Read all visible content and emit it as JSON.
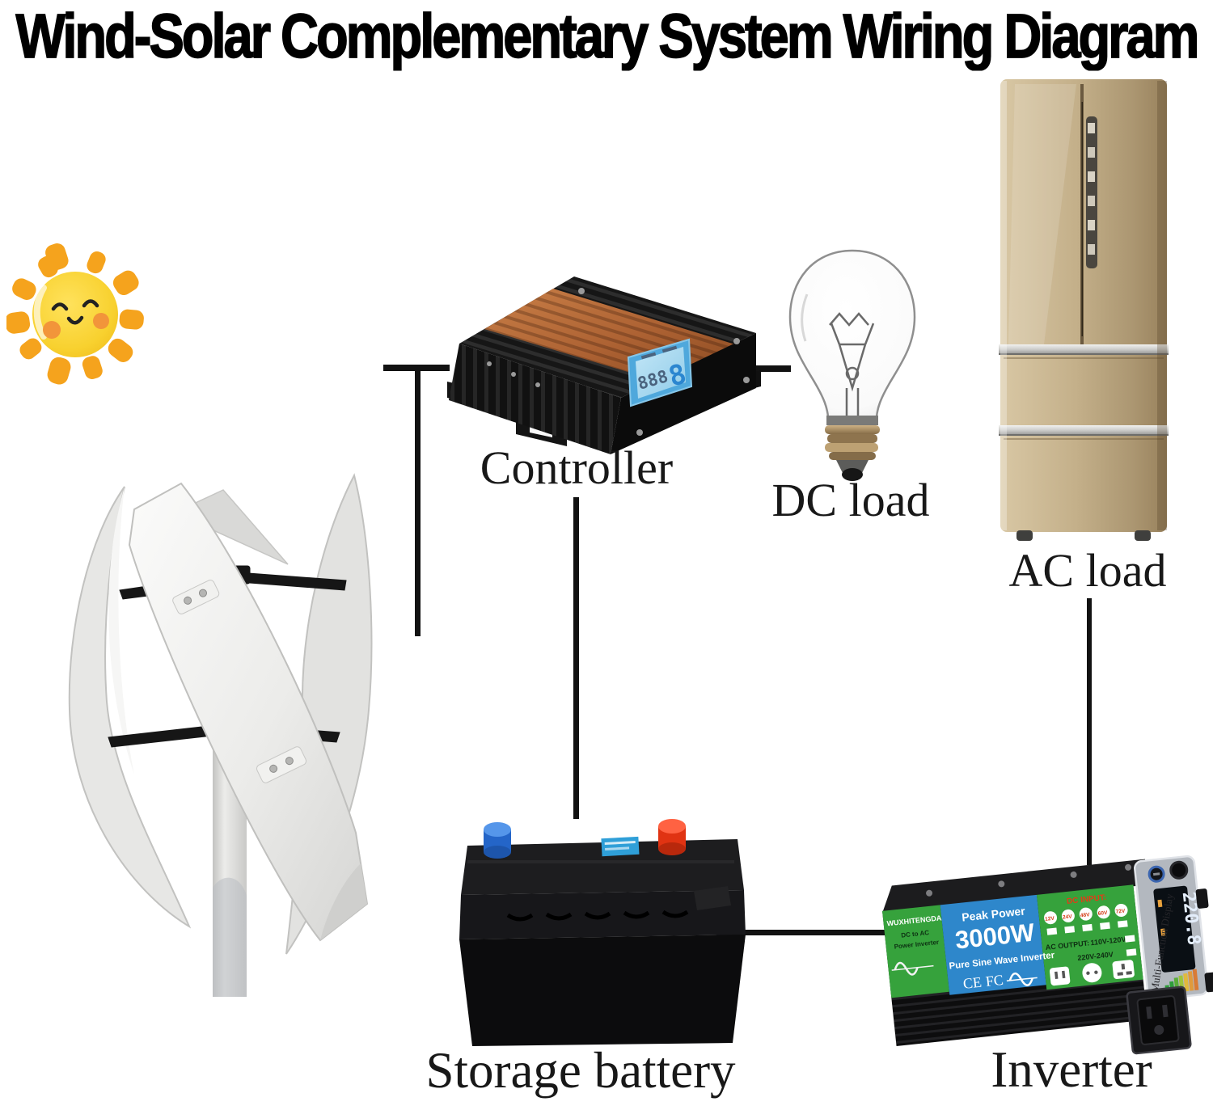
{
  "title": "Wind-Solar Complementary System Wiring Diagram",
  "labels": {
    "controller": "Controller",
    "dc_load": "DC load",
    "ac_load": "AC load",
    "storage_battery": "Storage battery",
    "inverter": "Inverter"
  },
  "controller_display": {
    "digits": "888",
    "big_digit": "8"
  },
  "inverter_panel": {
    "brand": "WUXHITENGDA",
    "brand_line1": "DC to AC",
    "brand_line2": "Power Inverter",
    "peak": "Peak Power",
    "watts": "3000W",
    "product": "Pure Sine Wave Inverter",
    "cert_ce": "CE",
    "cert_fcc": "FC",
    "dc_input_title": "DC INPUT:",
    "dc_inputs": [
      "12V",
      "24V",
      "48V",
      "60V",
      "72V"
    ],
    "ac_output_title": "AC OUTPUT:",
    "ac_range_1": "110V-120V",
    "ac_range_2": "220V-240V",
    "display_title": "Multi-Function Display",
    "display_value": "220.8"
  },
  "colors": {
    "wire_line": "#121212",
    "sun_body": "#f8d12f",
    "sun_ray": "#f5a31d",
    "fridge_gold": "#bfa97f",
    "inverter_green": "#36a23c",
    "inverter_blue": "#2e87cb",
    "controller_copper": "#b06535",
    "controller_display_blue": "#4fa8dc",
    "battery_positive_cap": "#e5330f",
    "battery_negative_cap": "#2f6fd4"
  }
}
